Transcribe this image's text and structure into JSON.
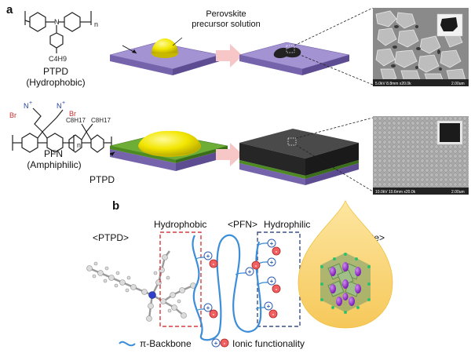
{
  "panel_a": {
    "letter": "a",
    "row1": {
      "polymer_name": "PTPD",
      "polymer_property": "(Hydrophobic)",
      "substituent": "C4H9",
      "repeat_index": "n",
      "droplet_label_line1": "Perovskite",
      "droplet_label_line2": "precursor solution",
      "sem_caption_left": "5.0kV 8.8mm x20.0k",
      "sem_caption_right": "2.00um"
    },
    "row2": {
      "polymer_name": "PFN",
      "polymer_property": "(Amphiphilic)",
      "counterion": "Br",
      "ammonium": "N",
      "alkyl_chain": "C8H17",
      "repeat_index": "n",
      "underlayer_label": "PTPD",
      "sem_caption_left": "10.0kV 10.6mm x20.0k",
      "sem_caption_right": "2.00um"
    }
  },
  "panel_b": {
    "letter": "b",
    "ptpd_label": "<PTPD>",
    "pfn_label": "<PFN>",
    "perovskite_label": "<Perovskite>",
    "hydrophobic_label": "Hydrophobic",
    "hydrophilic_label": "Hydrophilic",
    "legend_backbone": "π-Backbone",
    "legend_ionic": "Ionic functionality"
  },
  "colors": {
    "substrate_purple": "#8b78bf",
    "ptpd_green": "#5a9a2e",
    "droplet_yellow": "#f2e600",
    "arrow_pink": "#f5c2c2",
    "hydrophobic_box": "#d63b3b",
    "hydrophilic_box": "#3a4f8a",
    "backbone_blue": "#3d8ed8",
    "perovskite_drop": "#f9d06b"
  }
}
